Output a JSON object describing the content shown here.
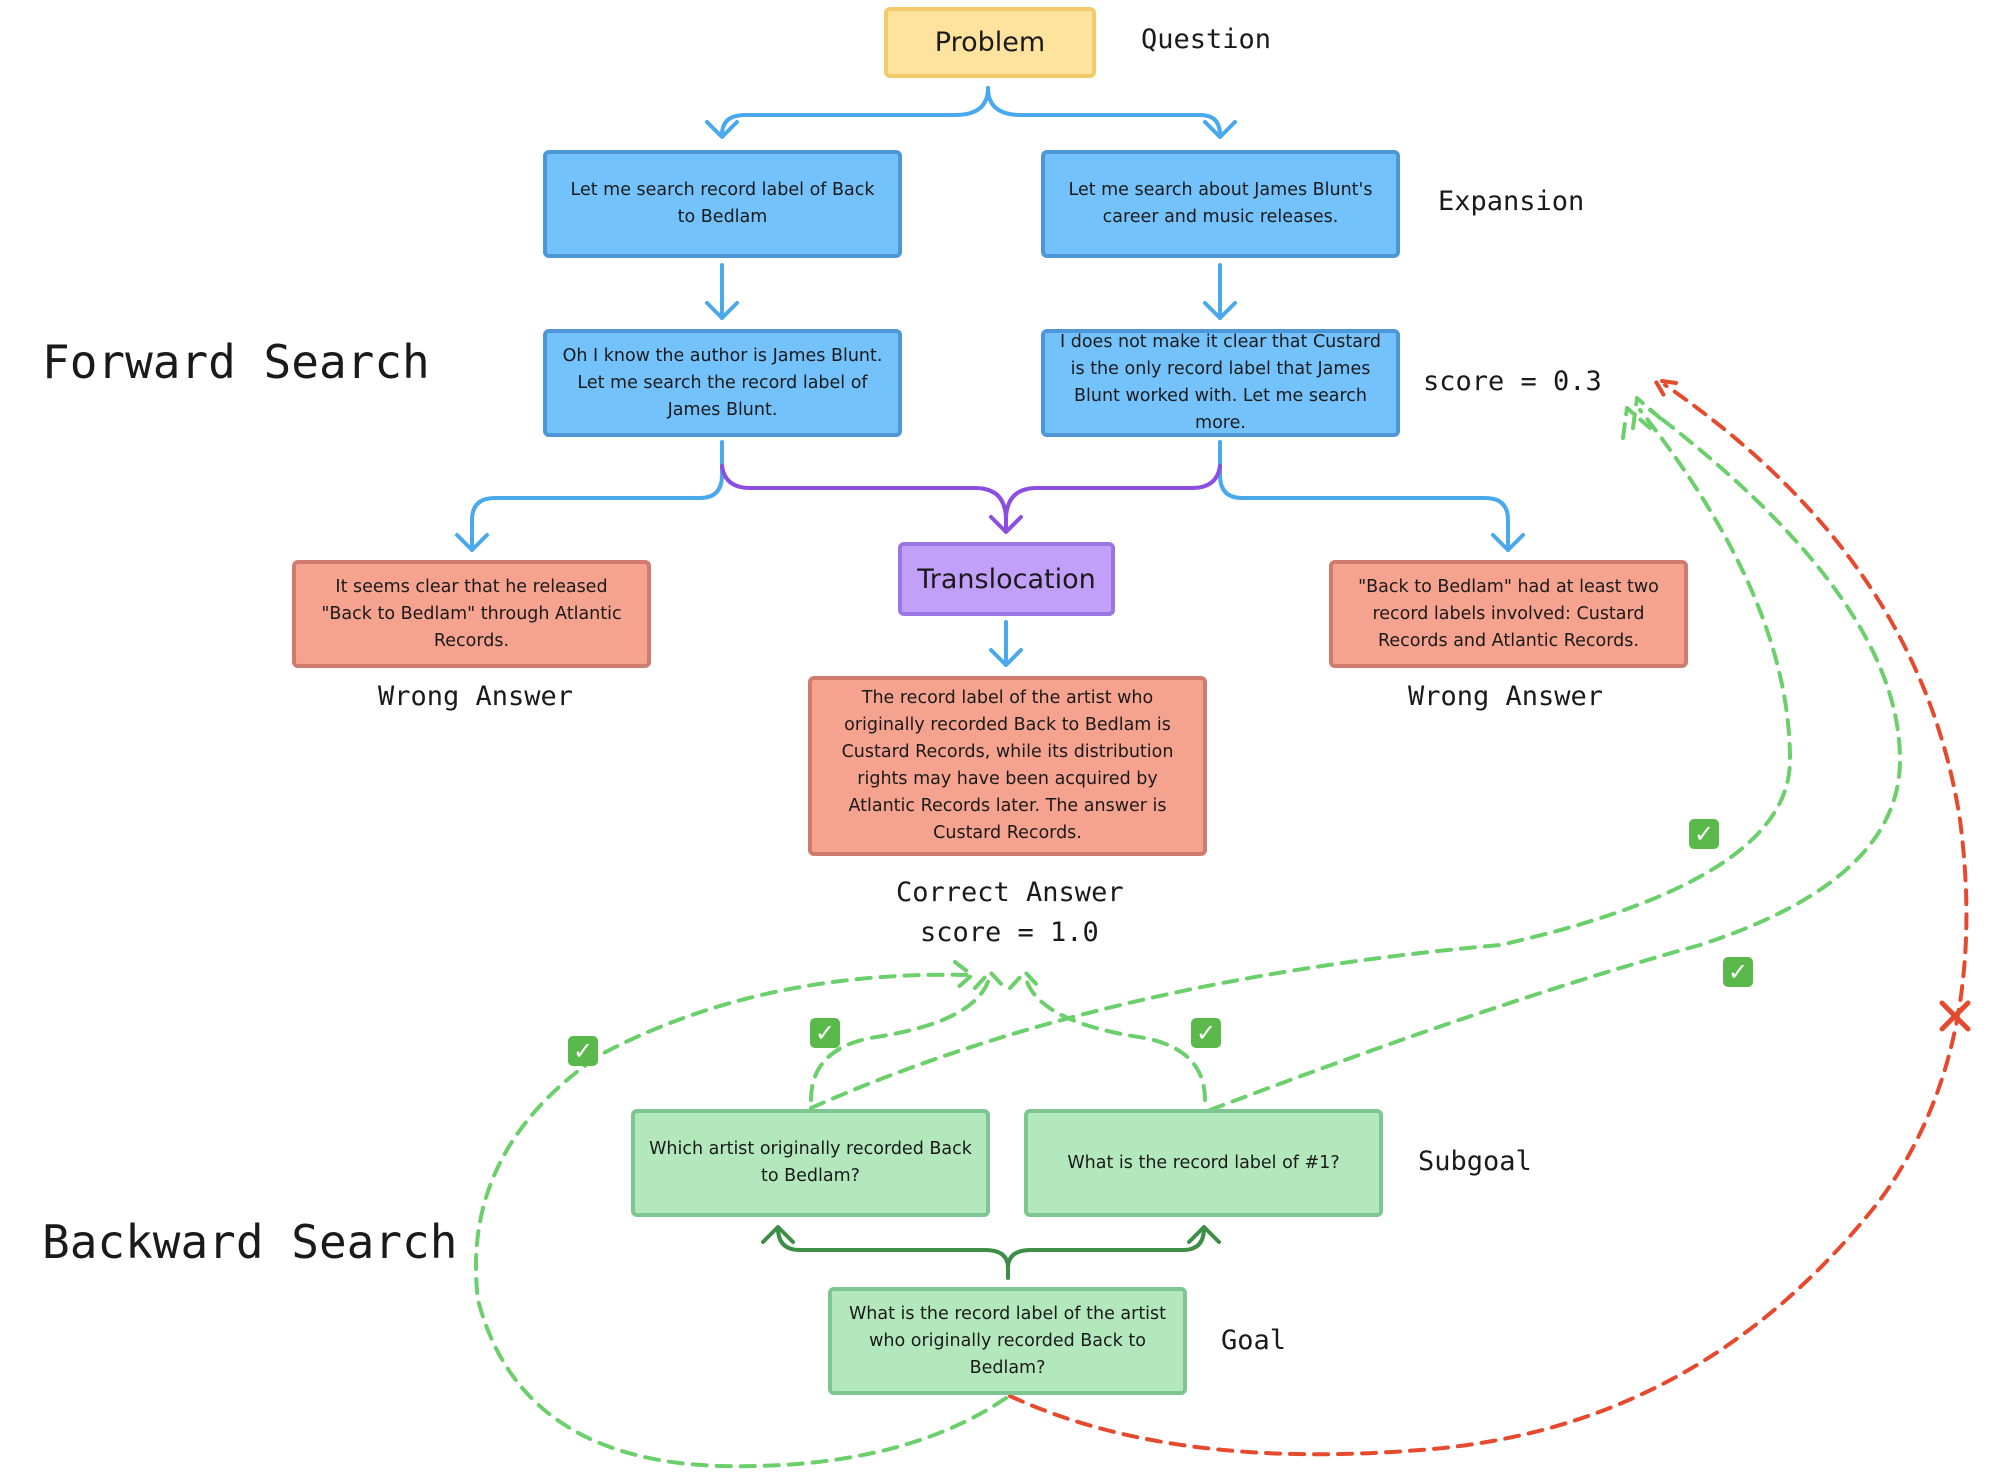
{
  "nodes": {
    "problem": "Problem",
    "expand_left": "Let me search record label of Back to Bedlam",
    "expand_right": "Let me search about James Blunt's career and music releases.",
    "step_left": "Oh I know the author is James Blunt. Let me search the record label of James Blunt.",
    "step_right": "I does not make it clear that Custard is the only record label that James Blunt worked with. Let me search more.",
    "translocation": "Translocation",
    "wrong_left": "It seems clear that he released \"Back to Bedlam\" through Atlantic Records.",
    "correct": "The record label of the artist who originally recorded Back to Bedlam is Custard Records, while its distribution rights may have been acquired by Atlantic Records later. The answer is Custard Records.",
    "wrong_right": "\"Back to Bedlam\" had at least two record labels involved: Custard Records and Atlantic Records.",
    "subgoal_left": "Which artist originally recorded Back to Bedlam?",
    "subgoal_right": "What is the record label of #1?",
    "goal": "What is the record label of the artist who originally recorded Back to Bedlam?"
  },
  "labels": {
    "question": "Question",
    "expansion": "Expansion",
    "score_low": "score = 0.3",
    "wrong_answer_left": "Wrong Answer",
    "wrong_answer_right": "Wrong Answer",
    "correct_answer": "Correct Answer",
    "score_high": "score = 1.0",
    "subgoal": "Subgoal",
    "goal": "Goal",
    "forward_search": "Forward Search",
    "backward_search": "Backward Search"
  },
  "marks": {
    "check": "✓",
    "cross": "✕"
  },
  "colors": {
    "forward_arrow": "#4aa8ec",
    "merge_arrow": "#8b4ee0",
    "backward_arrow": "#3e8e48",
    "verify_dashed": "#6bcf6b",
    "reject_dashed": "#e64a2e",
    "check_fill": "#5bb84a"
  }
}
